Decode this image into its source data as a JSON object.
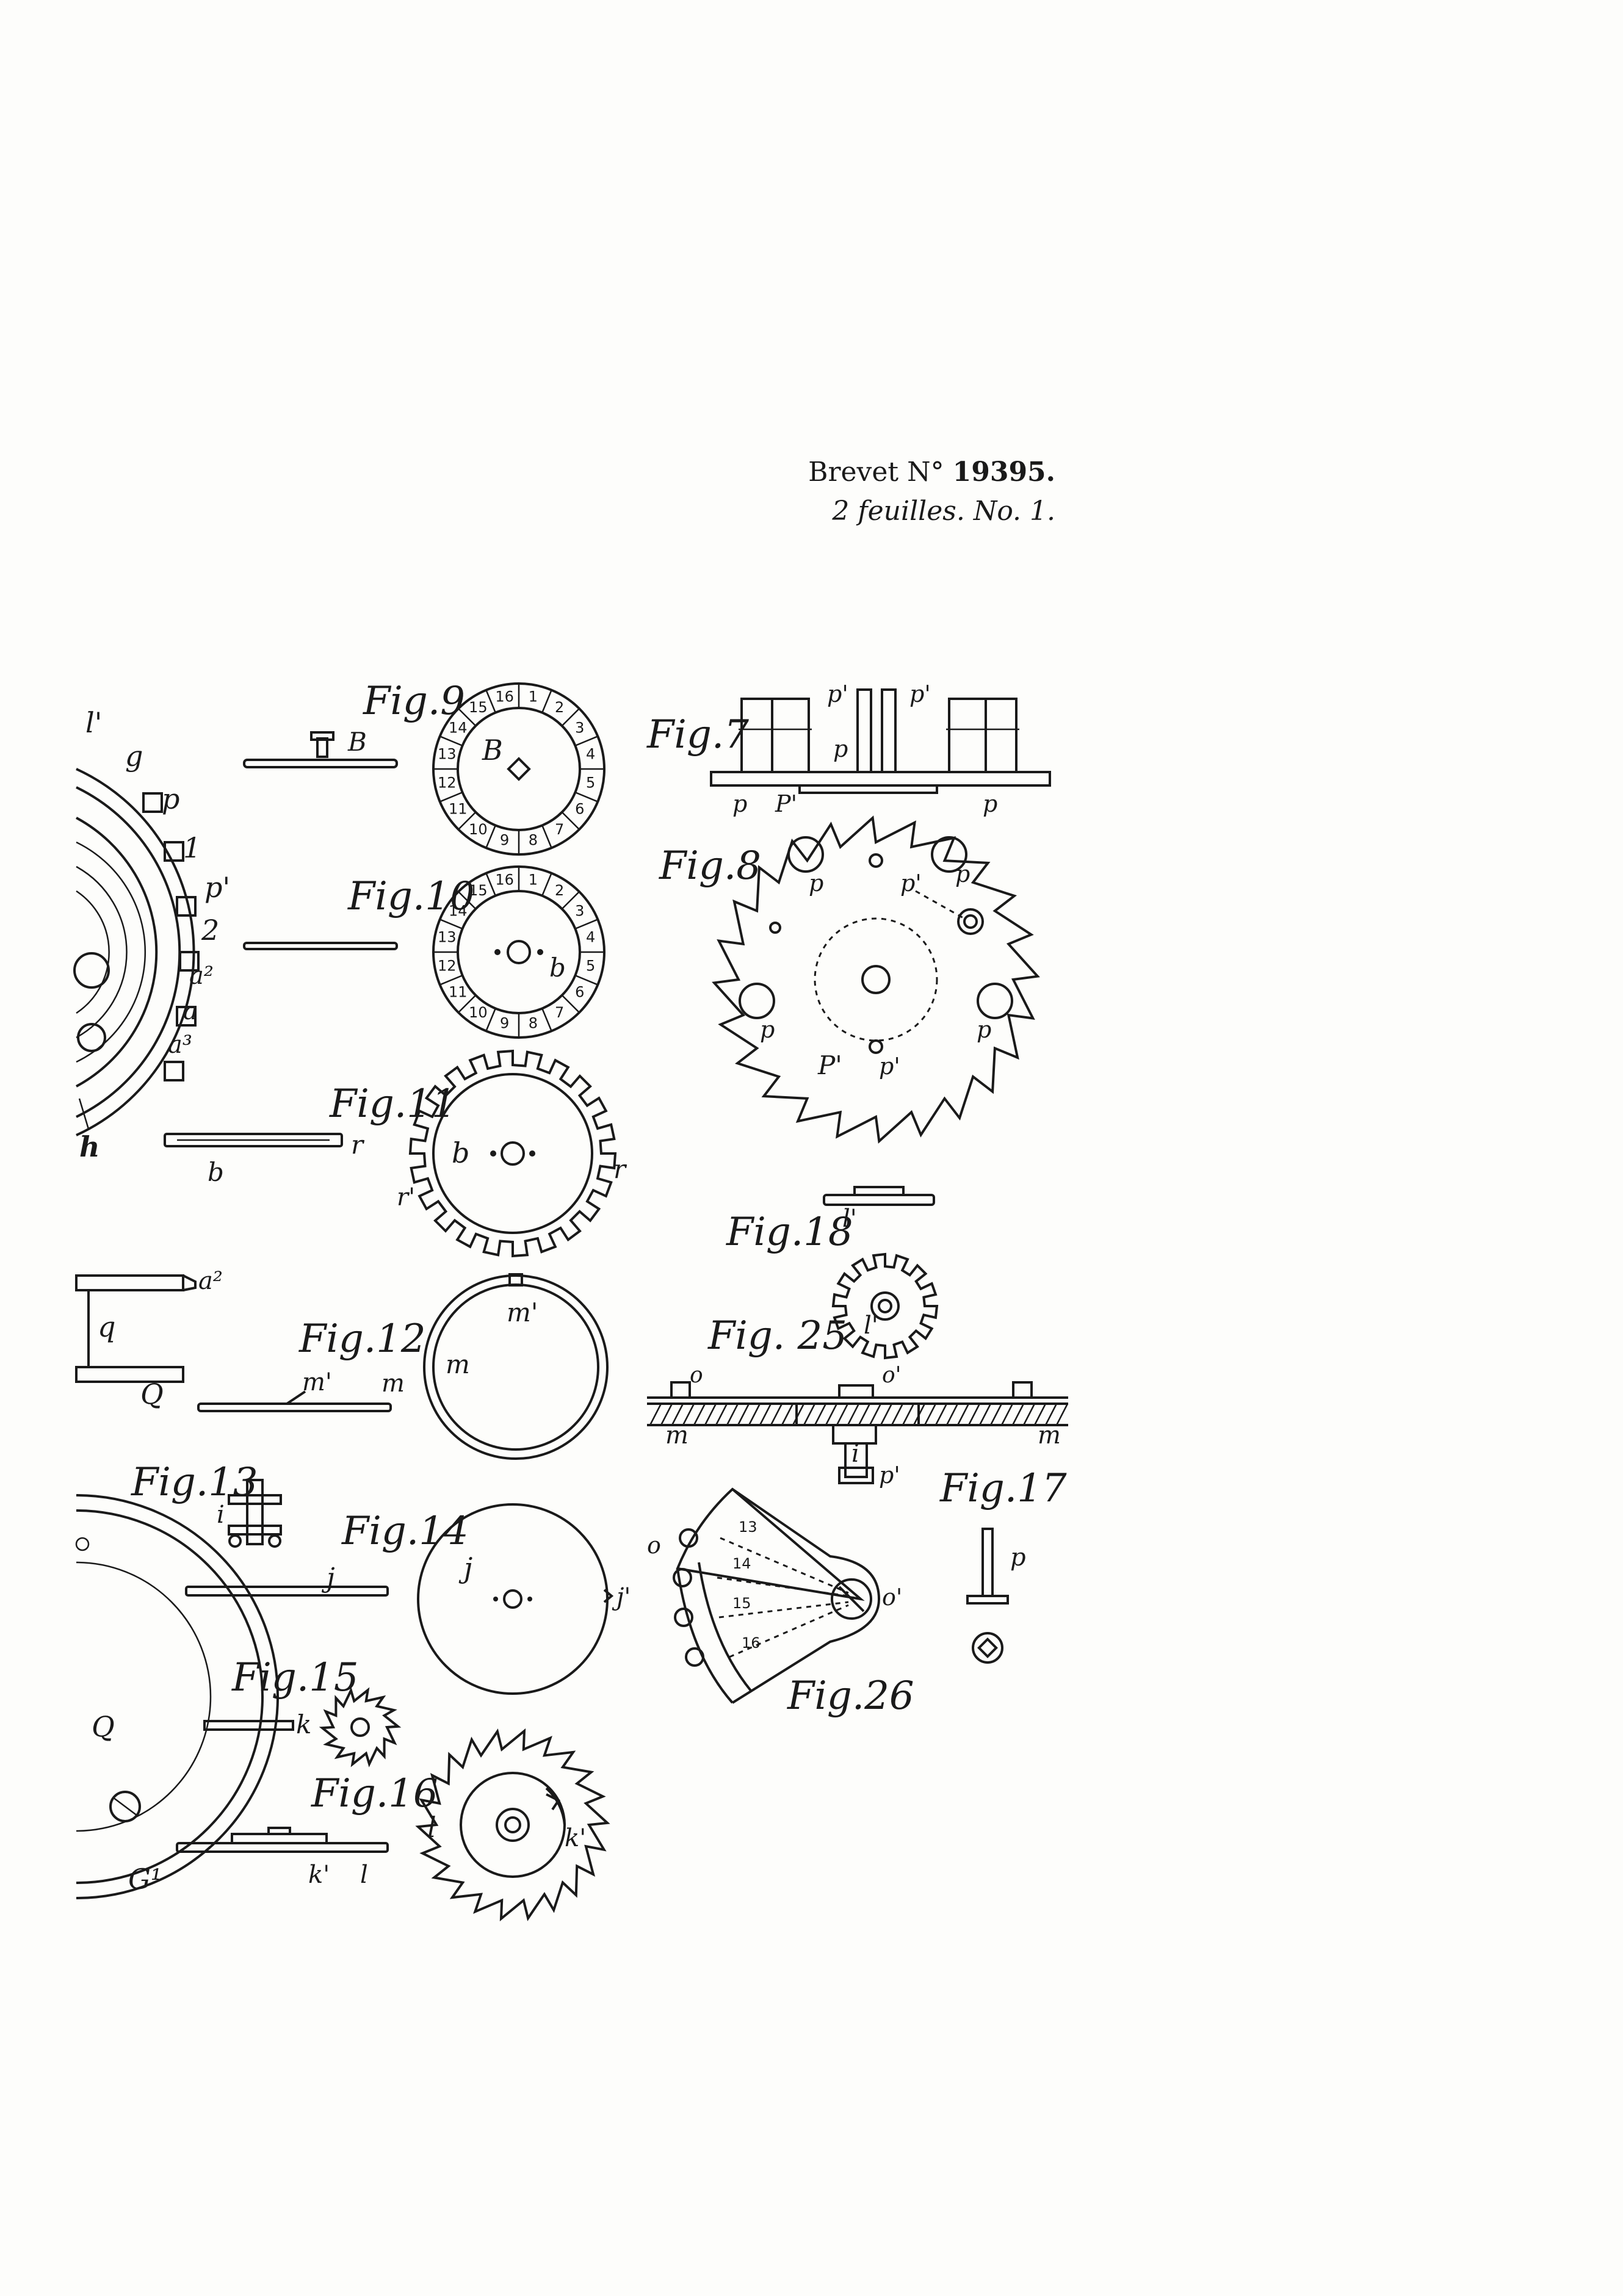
{
  "header": {
    "brevet_prefix": "Brevet N°",
    "brevet_number": "19395.",
    "sheet_info": "2 feuilles. No. 1."
  },
  "figures": {
    "fig7": "Fig.7",
    "fig8": "Fig.8",
    "fig9": "Fig.9",
    "fig10": "Fig.10",
    "fig11": "Fig.11",
    "fig12": "Fig.12",
    "fig13": "Fig.13",
    "fig14": "Fig.14",
    "fig15": "Fig.15",
    "fig16": "Fig.16",
    "fig17": "Fig.17",
    "fig18": "Fig.18",
    "fig25": "Fig. 25",
    "fig26": "Fig.26"
  },
  "labels": {
    "l_prime": "l'",
    "g": "g",
    "p": "p",
    "one": "1",
    "p_prime": "p'",
    "two": "2",
    "a2": "a²",
    "a": "a",
    "a3": "a³",
    "h": "h",
    "B": "B",
    "b": "b",
    "r": "r",
    "r_prime": "r'",
    "q": "q",
    "Q": "Q",
    "m": "m",
    "m_prime": "m'",
    "i": "i",
    "j": "j",
    "j_prime": "j'",
    "k": "k",
    "k_prime": "k'",
    "l": "l",
    "G1": "G¹",
    "o": "o",
    "o_prime": "o'",
    "P_prime": "P'"
  },
  "dial_fig9": [
    "1",
    "2",
    "3",
    "4",
    "5",
    "6",
    "7",
    "8",
    "9",
    "10",
    "11",
    "12",
    "13",
    "14",
    "15",
    "16"
  ],
  "dial_fig10": [
    "1",
    "2",
    "3",
    "4",
    "5",
    "6",
    "7",
    "8",
    "9",
    "10",
    "11",
    "12",
    "13",
    "14",
    "15",
    "16"
  ],
  "sector_fig26": [
    "13",
    "14",
    "15",
    "16"
  ]
}
